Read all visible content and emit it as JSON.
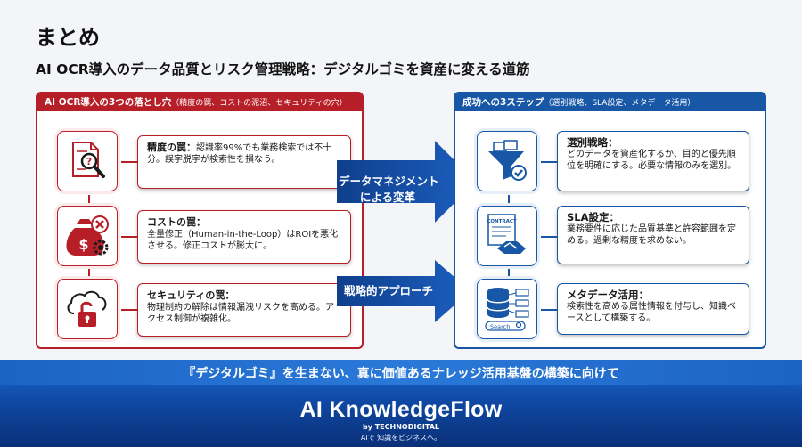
{
  "title": "まとめ",
  "subtitle": "AI OCR導入のデータ品質とリスク管理戦略：デジタルゴミを資産に変える道筋",
  "left_panel": {
    "title": "AI OCR導入の3つの落とし穴",
    "title_note": "（精度の罠、コストの泥沼、セキュリティの穴）",
    "items": [
      {
        "head": "精度の罠：",
        "body": "認識率99%でも業務検索では不十分。誤字脱字が検索性を損なう。",
        "icon": "document-search-icon"
      },
      {
        "head": "コストの罠：",
        "body": "全量修正（Human-in-the-Loop）はROIを悪化させる。修正コストが膨大に。",
        "icon": "money-bag-error-icon"
      },
      {
        "head": "セキュリティの罠：",
        "body": "物理制約の解除は情報漏洩リスクを高める。アクセス制御が複雑化。",
        "icon": "cloud-unlock-icon"
      }
    ]
  },
  "arrows": [
    {
      "label_line1": "データマネジメント",
      "label_line2": "による変革"
    },
    {
      "label_line1": "戦略的アプローチ",
      "label_line2": ""
    }
  ],
  "right_panel": {
    "title": "成功への3ステップ",
    "title_note": "（選別戦略、SLA設定、メタデータ活用）",
    "items": [
      {
        "head": "選別戦略：",
        "body": "どのデータを資産化するか、目的と優先順位を明確にする。必要な情報のみを選別。",
        "icon": "funnel-filter-icon"
      },
      {
        "head": "SLA設定：",
        "body": "業務要件に応じた品質基準と許容範囲を定める。過剰な精度を求めない。",
        "icon": "contract-handshake-icon",
        "icon_text": "CONTRACT"
      },
      {
        "head": "メタデータ活用：",
        "body": "検索性を高める属性情報を付与し、知識ベースとして構築する。",
        "icon": "database-tags-icon",
        "icon_text": "Search"
      }
    ]
  },
  "banner": {
    "message": "『デジタルゴミ』を生まない、真に価値あるナレッジ活用基盤の構築に向けて",
    "brand": "AI KnowledgeFlow",
    "byline": "by TECHNODIGITAL",
    "tagline": "AIで 知識をビジネスへ。"
  },
  "colors": {
    "red": "#b71f28",
    "blue": "#1757a6",
    "banner": "#0f4aa6"
  }
}
